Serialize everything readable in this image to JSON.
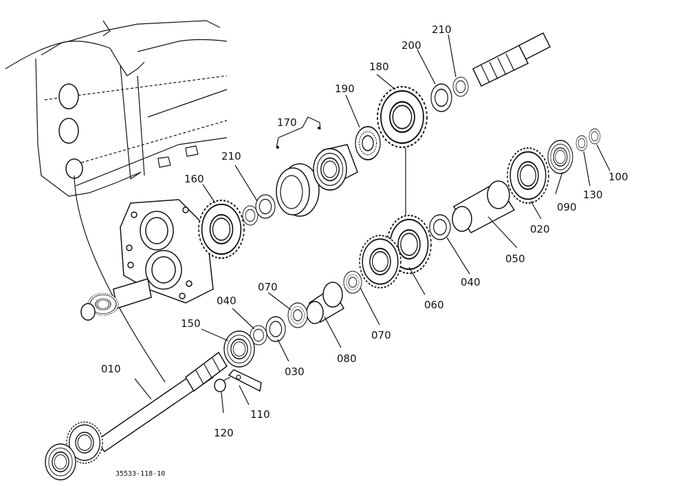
{
  "diagram": {
    "drawing_number": "35533-118-10",
    "callouts": [
      {
        "id": "c010",
        "text": "010"
      },
      {
        "id": "c020",
        "text": "020"
      },
      {
        "id": "c030",
        "text": "030"
      },
      {
        "id": "c040a",
        "text": "040"
      },
      {
        "id": "c040b",
        "text": "040"
      },
      {
        "id": "c050",
        "text": "050"
      },
      {
        "id": "c060",
        "text": "060"
      },
      {
        "id": "c070a",
        "text": "070"
      },
      {
        "id": "c070b",
        "text": "070"
      },
      {
        "id": "c080",
        "text": "080"
      },
      {
        "id": "c090",
        "text": "090"
      },
      {
        "id": "c100",
        "text": "100"
      },
      {
        "id": "c110",
        "text": "110"
      },
      {
        "id": "c120",
        "text": "120"
      },
      {
        "id": "c130",
        "text": "130"
      },
      {
        "id": "c150",
        "text": "150"
      },
      {
        "id": "c160",
        "text": "160"
      },
      {
        "id": "c170",
        "text": "170"
      },
      {
        "id": "c180",
        "text": "180"
      },
      {
        "id": "c190",
        "text": "190"
      },
      {
        "id": "c200",
        "text": "200"
      },
      {
        "id": "c210a",
        "text": "210"
      },
      {
        "id": "c210b",
        "text": "210"
      }
    ]
  }
}
